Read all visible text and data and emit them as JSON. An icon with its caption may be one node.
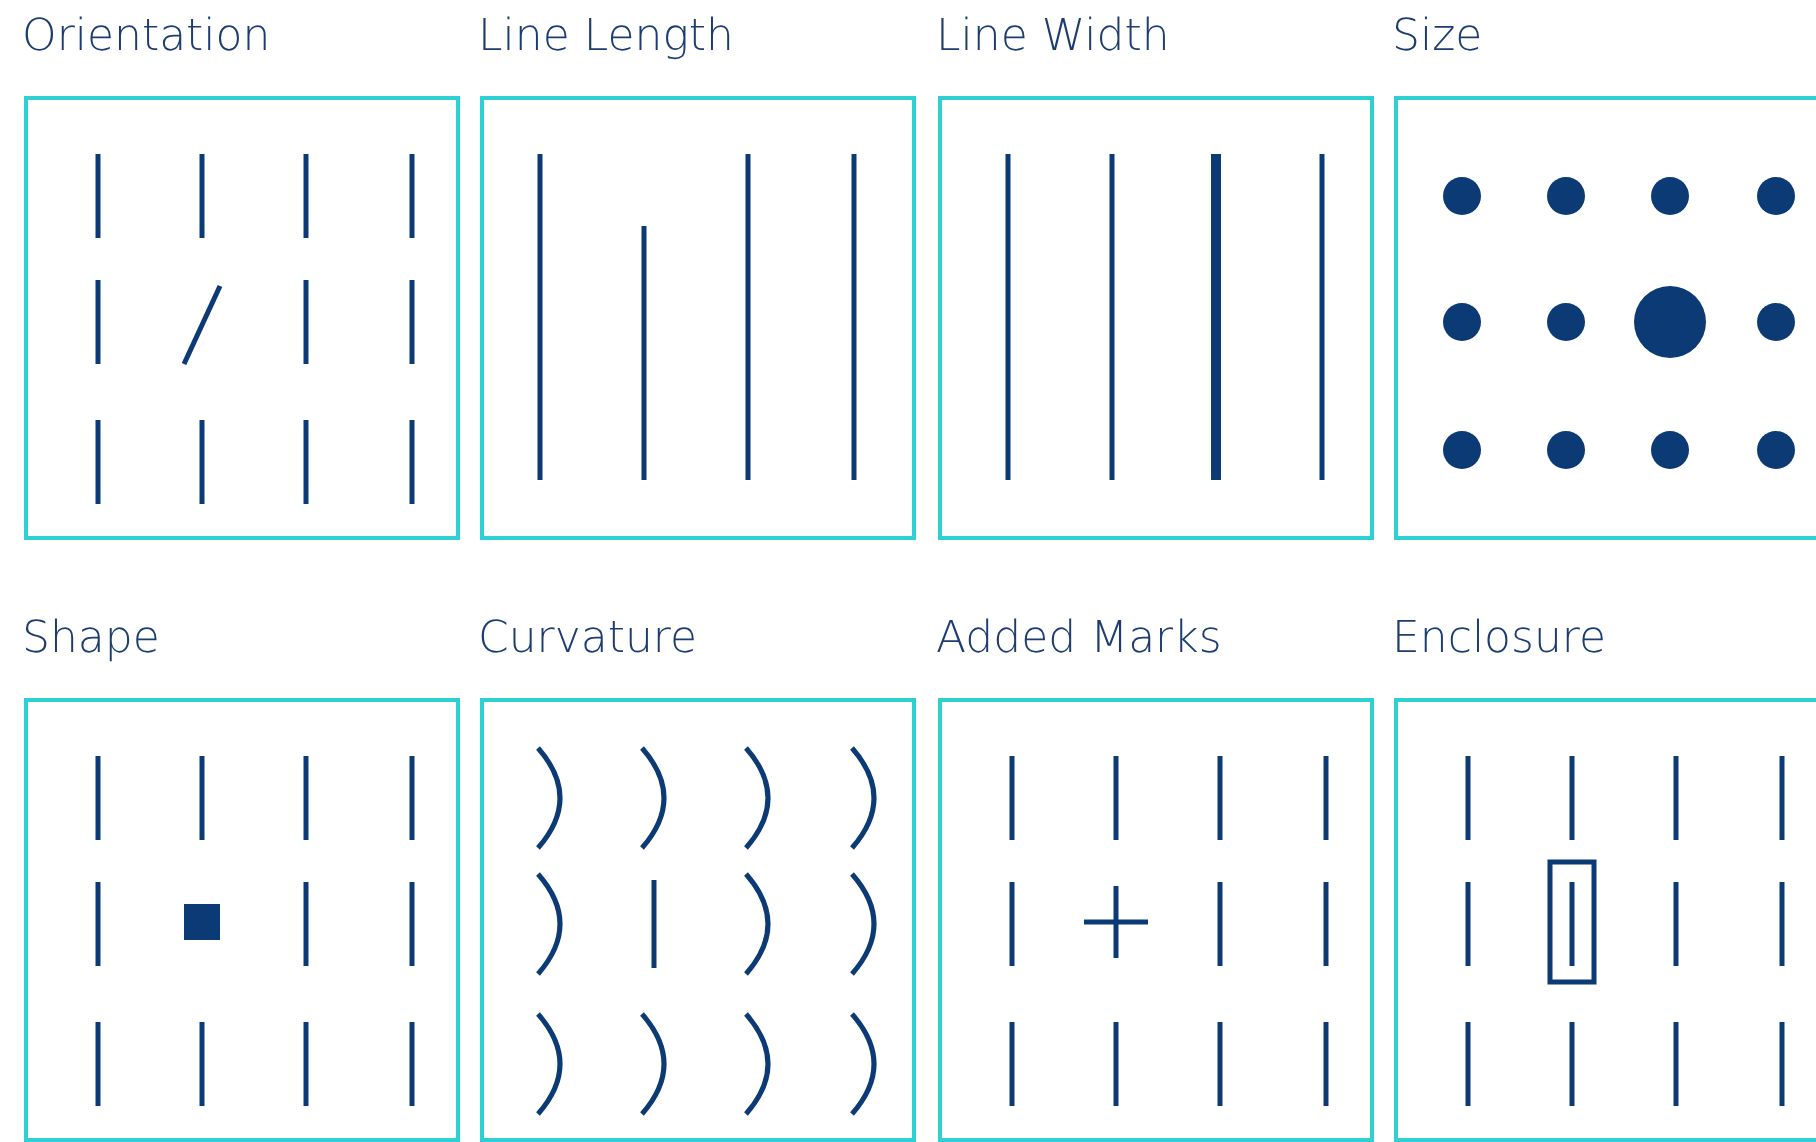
{
  "diagram": {
    "nodes": [
      {
        "text": [
          "Orientation"
        ]
      },
      {
        "text": [
          "Line Length"
        ]
      },
      {
        "text": [
          "Line Width"
        ]
      },
      {
        "text": [
          "Size"
        ]
      },
      {
        "text": [
          "Shape"
        ]
      },
      {
        "text": [
          "Curvature"
        ]
      },
      {
        "text": [
          "Added Marks"
        ]
      },
      {
        "text": [
          "Enclosure"
        ]
      }
    ]
  }
}
